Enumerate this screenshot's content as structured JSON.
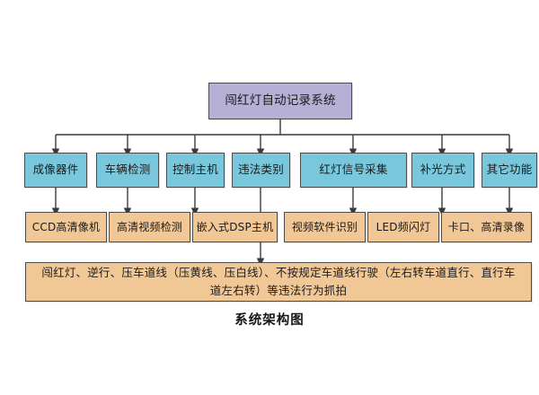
{
  "diagram": {
    "caption": "系统架构图",
    "colors": {
      "root_fill": "#b7b0d6",
      "category_fill": "#79c7dc",
      "implementation_fill": "#f2c796",
      "detail_fill": "#f2c796",
      "border": "#4c4c4c",
      "connector": "#3a3a3a",
      "background": "#ffffff"
    },
    "root": {
      "label": "闯红灯自动记录系统"
    },
    "categories": [
      {
        "label": "成像器件"
      },
      {
        "label": "车辆检测"
      },
      {
        "label": "控制主机"
      },
      {
        "label": "违法类别"
      },
      {
        "label": "红灯信号采集"
      },
      {
        "label": "补光方式"
      },
      {
        "label": "其它功能"
      }
    ],
    "implementations": [
      {
        "label": "CCD高清像机"
      },
      {
        "label": "高清视频检测"
      },
      {
        "label": "嵌入式DSP主机"
      },
      {
        "label": "视频软件识别"
      },
      {
        "label": "LED频闪灯"
      },
      {
        "label": "卡口、高清录像"
      }
    ],
    "detail": {
      "label": "闯红灯、逆行、压车道线（压黄线、压白线）、不按规定车道线行驶（左右转车道直行、直行车道左右转）等违法行为抓拍"
    }
  }
}
